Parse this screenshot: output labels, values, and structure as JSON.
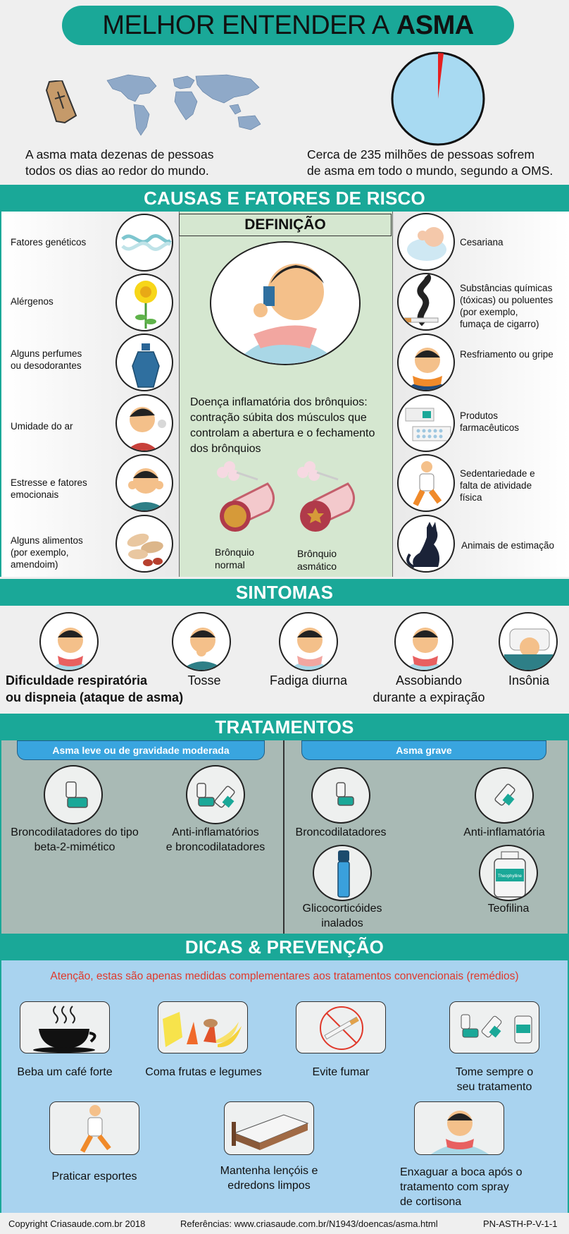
{
  "header": {
    "title_prefix": "MELHOR ENTENDER A",
    "title_bold": "ASMA"
  },
  "intro": {
    "left_text_line1": "A asma mata dezenas de pessoas",
    "left_text_line2": "todos os dias ao redor do mundo.",
    "right_text_line1": "Cerca de 235 milhões de pessoas sofrem",
    "right_text_line2": "de asma em todo o mundo, segundo a OMS."
  },
  "causes": {
    "title": "CAUSAS E FATORES DE RISCO",
    "left_items": [
      {
        "label_line1": "Fatores genéticos",
        "label_line2": "",
        "icon": "dna-icon"
      },
      {
        "label_line1": "Alérgenos",
        "label_line2": "",
        "icon": "sunflower-icon"
      },
      {
        "label_line1": "Alguns perfumes",
        "label_line2": "ou desodorantes",
        "icon": "perfume-bottle-icon"
      },
      {
        "label_line1": "Umidade do ar",
        "label_line2": "",
        "icon": "man-coughing-icon"
      },
      {
        "label_line1": "Estresse e fatores",
        "label_line2": "emocionais",
        "icon": "stressed-man-icon"
      },
      {
        "label_line1": "Alguns alimentos",
        "label_line2": "(por exemplo,",
        "label_line3": "amendoim)",
        "icon": "peanuts-icon"
      }
    ],
    "right_items": [
      {
        "label_line1": "Cesariana",
        "icon": "baby-icon"
      },
      {
        "label_line1": "Substâncias químicas",
        "label_line2": "(tóxicas) ou poluentes",
        "label_line3": "(por exemplo,",
        "label_line4": "fumaça de cigarro)",
        "icon": "cigarette-smoke-icon"
      },
      {
        "label_line1": "Resfriamento ou gripe",
        "icon": "sick-man-icon"
      },
      {
        "label_line1": "Produtos",
        "label_line2": "farmacêuticos",
        "icon": "pills-icon"
      },
      {
        "label_line1": "Sedentariedade e",
        "label_line2": "falta de atividade",
        "label_line3": "física",
        "icon": "running-man-icon"
      },
      {
        "label_line1": "Animais de estimação",
        "icon": "cat-icon"
      }
    ]
  },
  "definition": {
    "title": "DEFINIÇÃO",
    "text_line1": "Doença inflamatória dos brônquios:",
    "text_line2": "contração súbita dos músculos que",
    "text_line3": "controlam a abertura e o fechamento",
    "text_line4": "dos brônquios",
    "normal_line1": "Brônquio",
    "normal_line2": "normal",
    "asthmatic_line1": "Brônquio",
    "asthmatic_line2": "asmático"
  },
  "symptoms": {
    "title": "SINTOMAS",
    "items": [
      {
        "line1": "Dificuldade respiratória",
        "line2": "ou dispneia (ataque de asma)"
      },
      {
        "line1": "Tosse",
        "line2": ""
      },
      {
        "line1": "Fadiga diurna",
        "line2": ""
      },
      {
        "line1": "Assobiando",
        "line2": "durante a expiração"
      },
      {
        "line1": "Insônia",
        "line2": ""
      }
    ]
  },
  "treatments": {
    "title": "TRATAMENTOS",
    "mild_title": "Asma leve ou de gravidade moderada",
    "severe_title": "Asma grave",
    "mild_items": [
      {
        "line1": "Broncodilatadores do tipo",
        "line2": "beta-2-mimético"
      },
      {
        "line1": "Anti-inflamatórios",
        "line2": "e broncodilatadores"
      }
    ],
    "severe_items": [
      {
        "line1": "Broncodilatadores",
        "line2": ""
      },
      {
        "line1": "Anti-inflamatória",
        "line2": ""
      },
      {
        "line1": "Glicocorticóides",
        "line2": "inalados"
      },
      {
        "line1": "Teofilina",
        "line2": ""
      }
    ],
    "bottle_label": "Theophylline"
  },
  "tips": {
    "title": "DICAS & PREVENÇÃO",
    "warning": "Atenção, estas são apenas medidas complementares aos tratamentos convencionais (remédios)",
    "items": [
      {
        "line1": "Beba um café forte",
        "line2": ""
      },
      {
        "line1": "Coma frutas e legumes",
        "line2": ""
      },
      {
        "line1": "Evite fumar",
        "line2": ""
      },
      {
        "line1": "Tome sempre o",
        "line2": "seu tratamento"
      },
      {
        "line1": "Praticar esportes",
        "line2": ""
      },
      {
        "line1": "Mantenha lençóis e",
        "line2": "edredons limpos"
      },
      {
        "line1": "Enxaguar a boca após o",
        "line2": "tratamento com spray",
        "line3": "de cortisona"
      }
    ]
  },
  "footer": {
    "copyright": "Copyright Criasaude.com.br 2018",
    "references": "Referências: www.criasaude.com.br/N1943/doencas/asma.html",
    "code": "PN-ASTH-P-V-1-1"
  },
  "colors": {
    "teal": "#1aa898",
    "blue_tips_bg": "#a9d3ef",
    "treatment_bg": "#a9bab5",
    "definition_bg": "#d5e7d0",
    "warning_red": "#e0392b"
  }
}
